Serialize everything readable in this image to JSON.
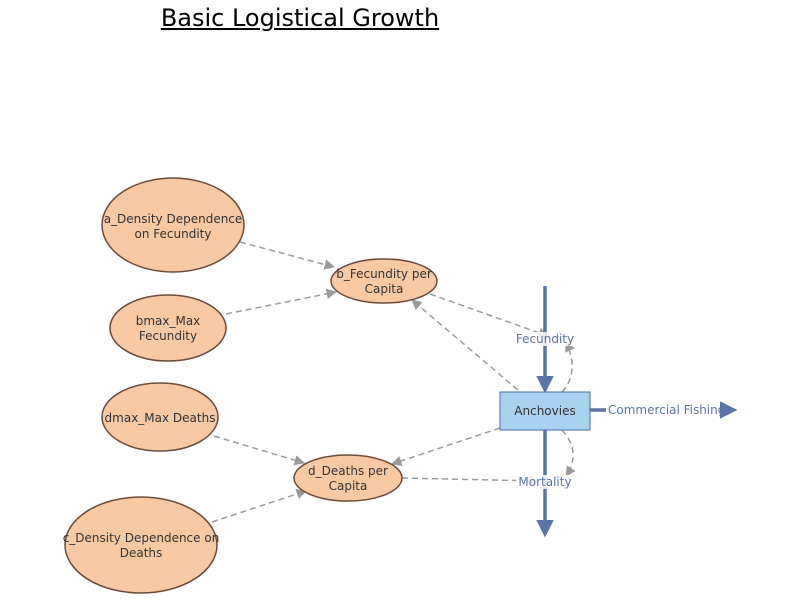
{
  "title": "Basic Logistical Growth",
  "colors": {
    "converter_fill": "#f8c9a3",
    "converter_stroke": "#6b4a3a",
    "stock_fill": "#a9d2f0",
    "stock_stroke": "#4a6fa5",
    "flow": "#5b74a8",
    "connector": "#9a9a9a"
  },
  "converters": {
    "a_density": {
      "line1": "a_Density Dependence",
      "line2": "on Fecundity"
    },
    "bmax": {
      "line1": "bmax_Max",
      "line2": "Fecundity"
    },
    "b_fecundity": {
      "line1": "b_Fecundity per",
      "line2": "Capita"
    },
    "dmax": {
      "line1": "dmax_Max Deaths"
    },
    "d_deaths": {
      "line1": "d_Deaths per",
      "line2": "Capita"
    },
    "c_density": {
      "line1": "c_Density Dependence on",
      "line2": "Deaths"
    }
  },
  "stock": {
    "label": "Anchovies"
  },
  "flows": {
    "fecundity": "Fecundity",
    "mortality": "Mortality",
    "fishing": "Commercial Fishing"
  }
}
